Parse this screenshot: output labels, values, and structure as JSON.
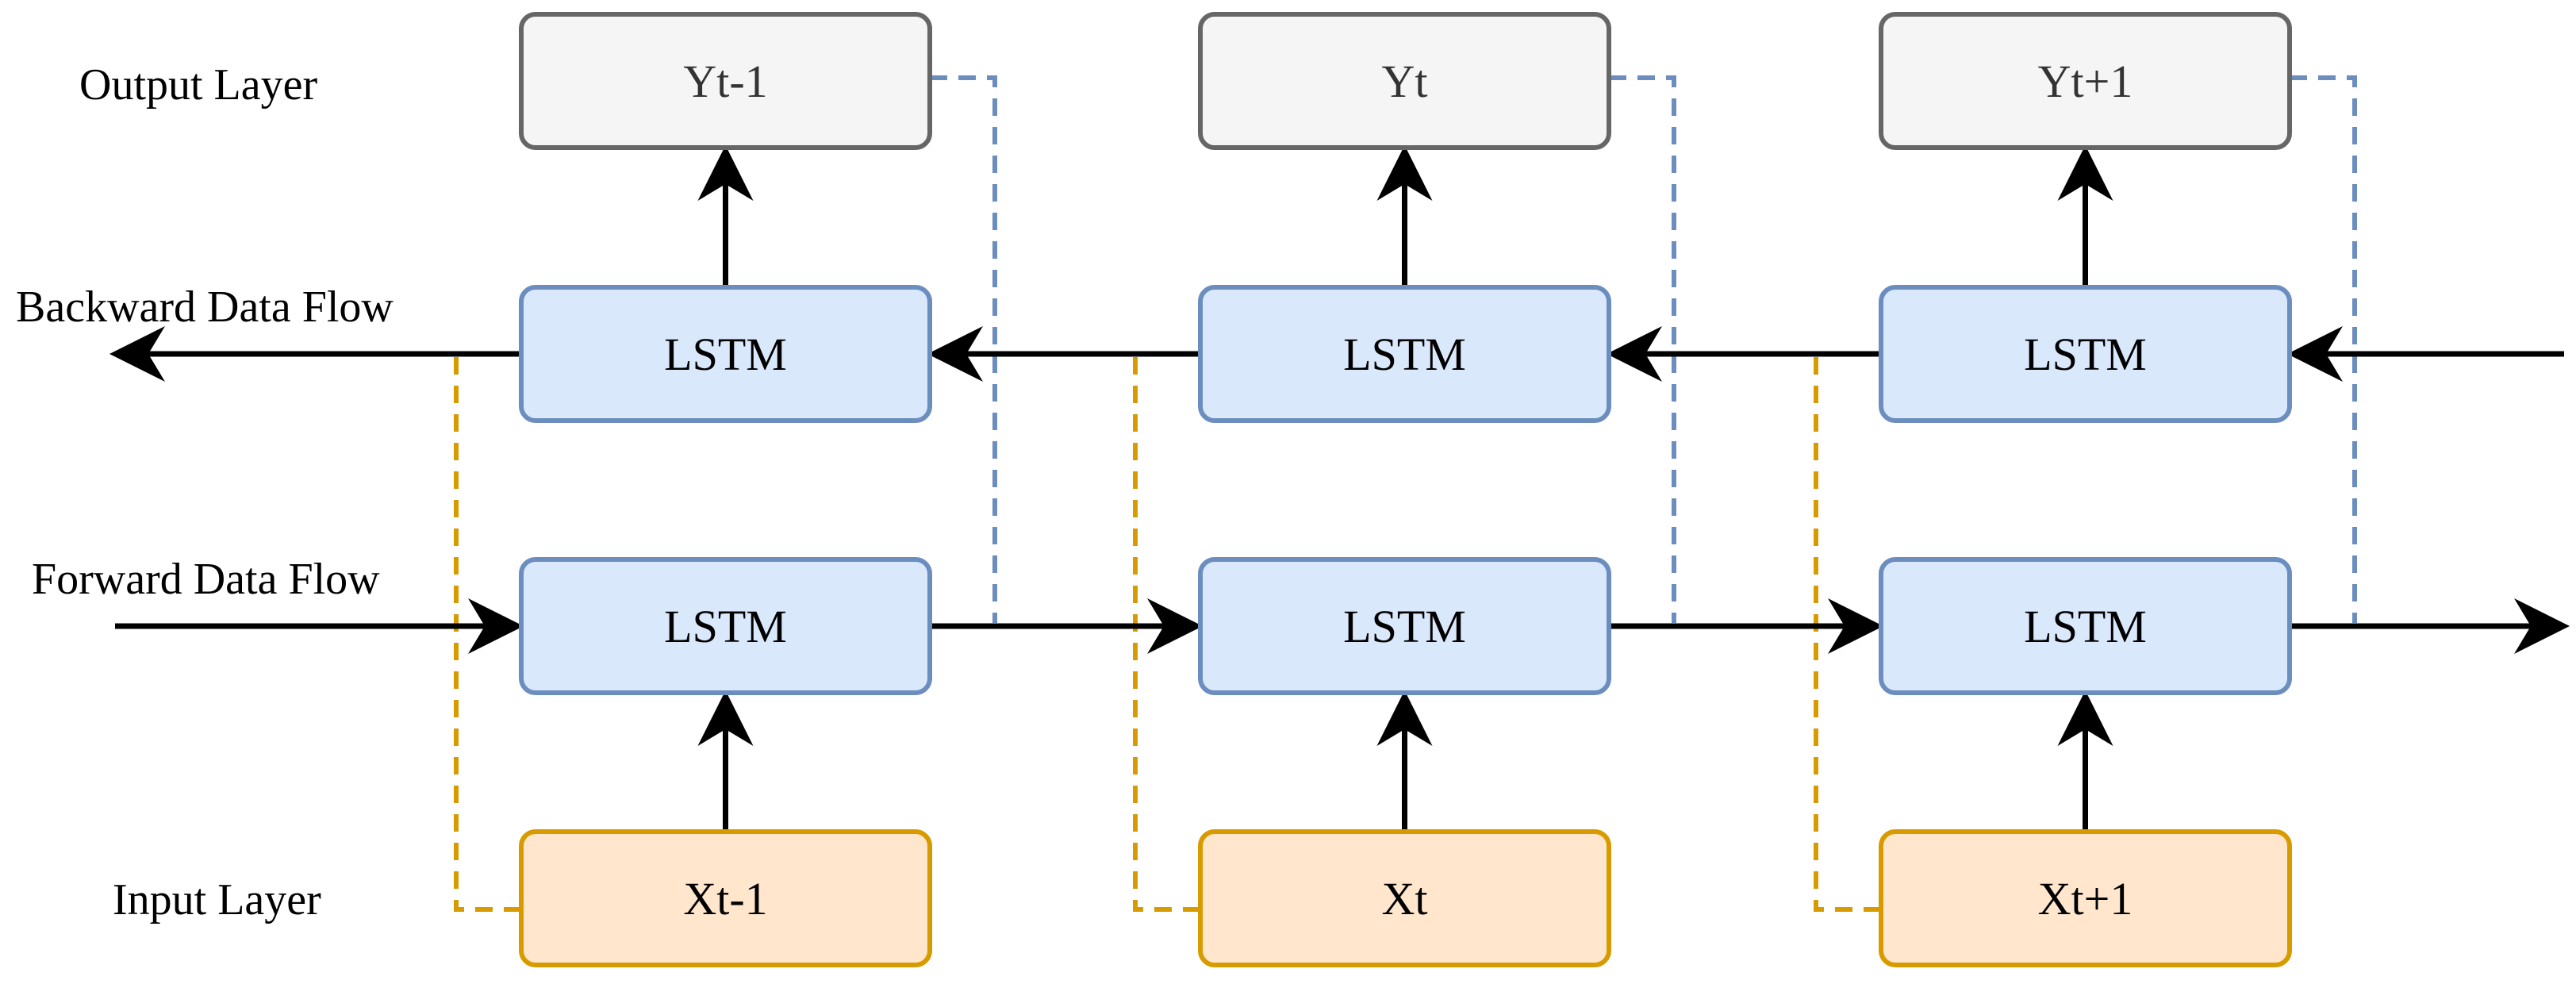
{
  "labels": {
    "output_layer": "Output Layer",
    "backward_flow": "Backward Data Flow",
    "forward_flow": "Forward Data Flow",
    "input_layer": "Input Layer"
  },
  "columns": [
    {
      "output": "Yt-1",
      "backward": "LSTM",
      "forward": "LSTM",
      "input": "Xt-1"
    },
    {
      "output": "Yt",
      "backward": "LSTM",
      "forward": "LSTM",
      "input": "Xt"
    },
    {
      "output": "Yt+1",
      "backward": "LSTM",
      "forward": "LSTM",
      "input": "Xt+1"
    }
  ],
  "colors": {
    "output_fill": "#f5f5f5",
    "output_stroke": "#666666",
    "lstm_fill": "#dae8fc",
    "lstm_stroke": "#6c8ebf",
    "input_fill": "#ffe6cc",
    "input_stroke": "#d79b00",
    "arrow": "#000000",
    "blue_dash": "#6c8ebf",
    "orange_dash": "#d79b00"
  }
}
